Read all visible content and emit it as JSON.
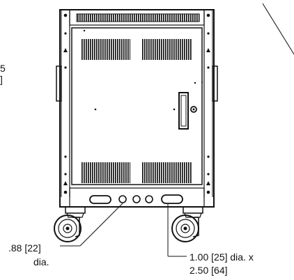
{
  "annotations": {
    "left_cut_top": "5",
    "left_cut_bottom": "]",
    "hole_small_value": ".88 [22]",
    "hole_small_unit": "dia.",
    "hole_large_line1": "1.00 [25] dia. x",
    "hole_large_line2": "2.50 [64]"
  },
  "colors": {
    "line": "#111111",
    "background": "#ffffff"
  }
}
